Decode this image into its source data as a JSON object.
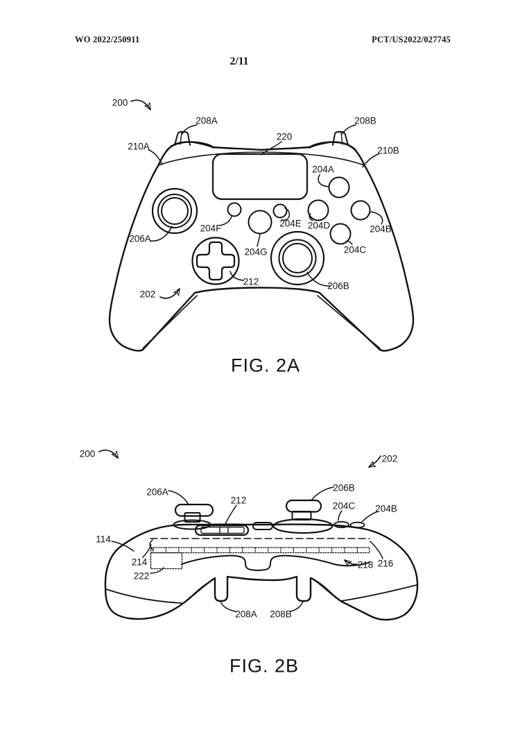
{
  "header": {
    "doc_number_left": "WO 2022/250911",
    "doc_number_right": "PCT/US2022/027745",
    "page_indicator": "2/11"
  },
  "fig2a": {
    "caption": "FIG. 2A",
    "labels": {
      "r200": "200",
      "r208A": "208A",
      "r220": "220",
      "r208B": "208B",
      "r210A": "210A",
      "r210B": "210B",
      "r204A": "204A",
      "r206A": "206A",
      "r204F": "204F",
      "r204E": "204E",
      "r204D": "204D",
      "r204B": "204B",
      "r204G": "204G",
      "r204C": "204C",
      "r212": "212",
      "r206B": "206B",
      "r202": "202"
    }
  },
  "fig2b": {
    "caption": "FIG. 2B",
    "labels": {
      "r200": "200",
      "r202": "202",
      "r206A": "206A",
      "r212": "212",
      "r206B": "206B",
      "r204C": "204C",
      "r204B": "204B",
      "r114": "114",
      "r214": "214",
      "r222": "222",
      "r218": "218",
      "r216": "216",
      "r208A": "208A",
      "r208B": "208B"
    }
  },
  "colors": {
    "ink": "#111111",
    "paper": "#ffffff"
  }
}
